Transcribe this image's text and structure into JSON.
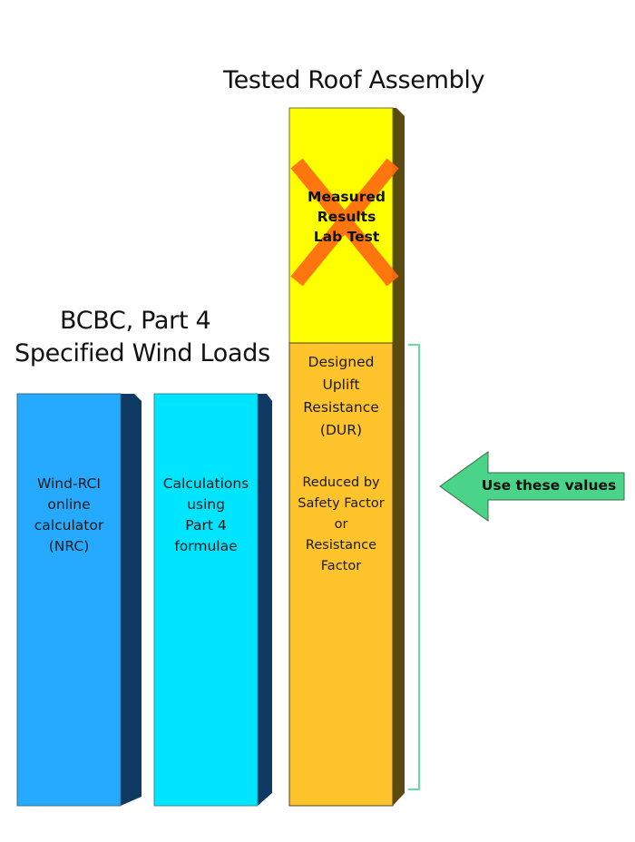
{
  "titles": {
    "tested_roof": "Tested Roof Assembly",
    "bcbc_line1": "BCBC, Part 4",
    "bcbc_line2": "Specified Wind Loads"
  },
  "colors": {
    "bar_wind_rci": "#26aaff",
    "bar_calculations": "#00e5ff",
    "bar_side_blue": "#0e3a63",
    "tested_top": "#ffff00",
    "tested_bottom": "#ffc42b",
    "tested_side": "#5a4a10",
    "x_mark": "#ff6a10",
    "bracket": "#66d9a4",
    "arrow": "#4ad48a"
  },
  "bars": {
    "wind_rci": {
      "lines": [
        "Wind-RCI",
        "online",
        "calculator",
        "(NRC)"
      ]
    },
    "calculations": {
      "lines": [
        "Calculations",
        "using",
        "Part 4",
        "formulae"
      ]
    },
    "tested": {
      "crossed_out_lines": [
        "Measured",
        "Results",
        "Lab Test"
      ],
      "dur_lines": [
        "Designed",
        "Uplift",
        "Resistance",
        "(DUR)"
      ],
      "reduction_lines": [
        "Reduced by",
        "Safety Factor",
        "or",
        "Resistance",
        "Factor"
      ]
    }
  },
  "arrow": {
    "label": "Use these values"
  }
}
